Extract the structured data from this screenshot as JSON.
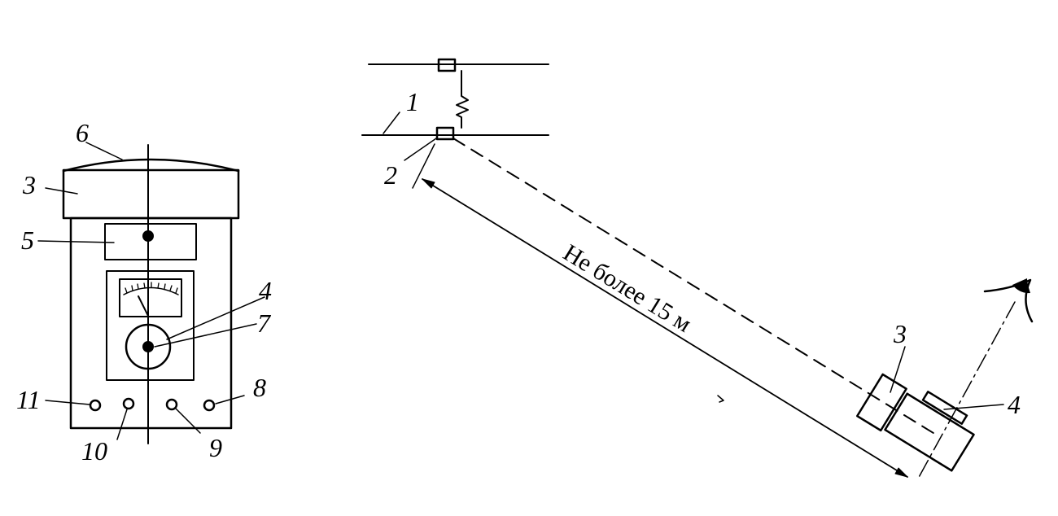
{
  "device_front_view": {
    "labels": {
      "housing": "3",
      "display_window": "5",
      "eyepiece": "4",
      "lens_cap": "6",
      "focus_knob": "7",
      "button_8": "8",
      "button_9": "9",
      "button_10": "10",
      "button_11": "11"
    }
  },
  "measurement_scheme": {
    "labels": {
      "wire": "1",
      "contact": "2",
      "housing": "3",
      "eyepiece": "4"
    },
    "distance_text": "Не более 15 м"
  }
}
